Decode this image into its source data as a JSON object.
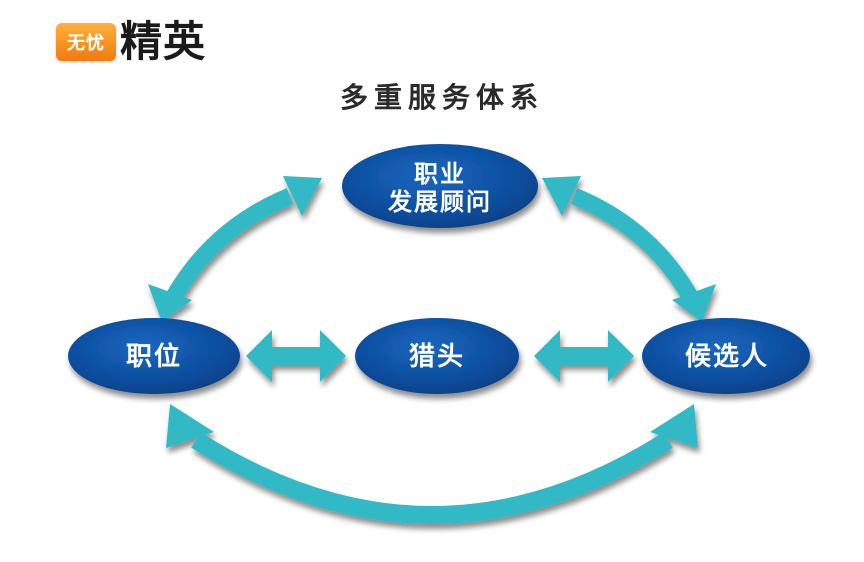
{
  "logo": {
    "badge_text": "无忧",
    "name": "精英"
  },
  "title": "多重服务体系",
  "nodes": {
    "advisor_line1": "职业",
    "advisor_line2": "发展顾问",
    "position": "职位",
    "headhunter": "猎头",
    "candidate": "候选人"
  },
  "colors": {
    "node_fill": "#0b4b9a",
    "arrow_fill": "#33b9c6",
    "logo_orange": "#f28a1c"
  }
}
